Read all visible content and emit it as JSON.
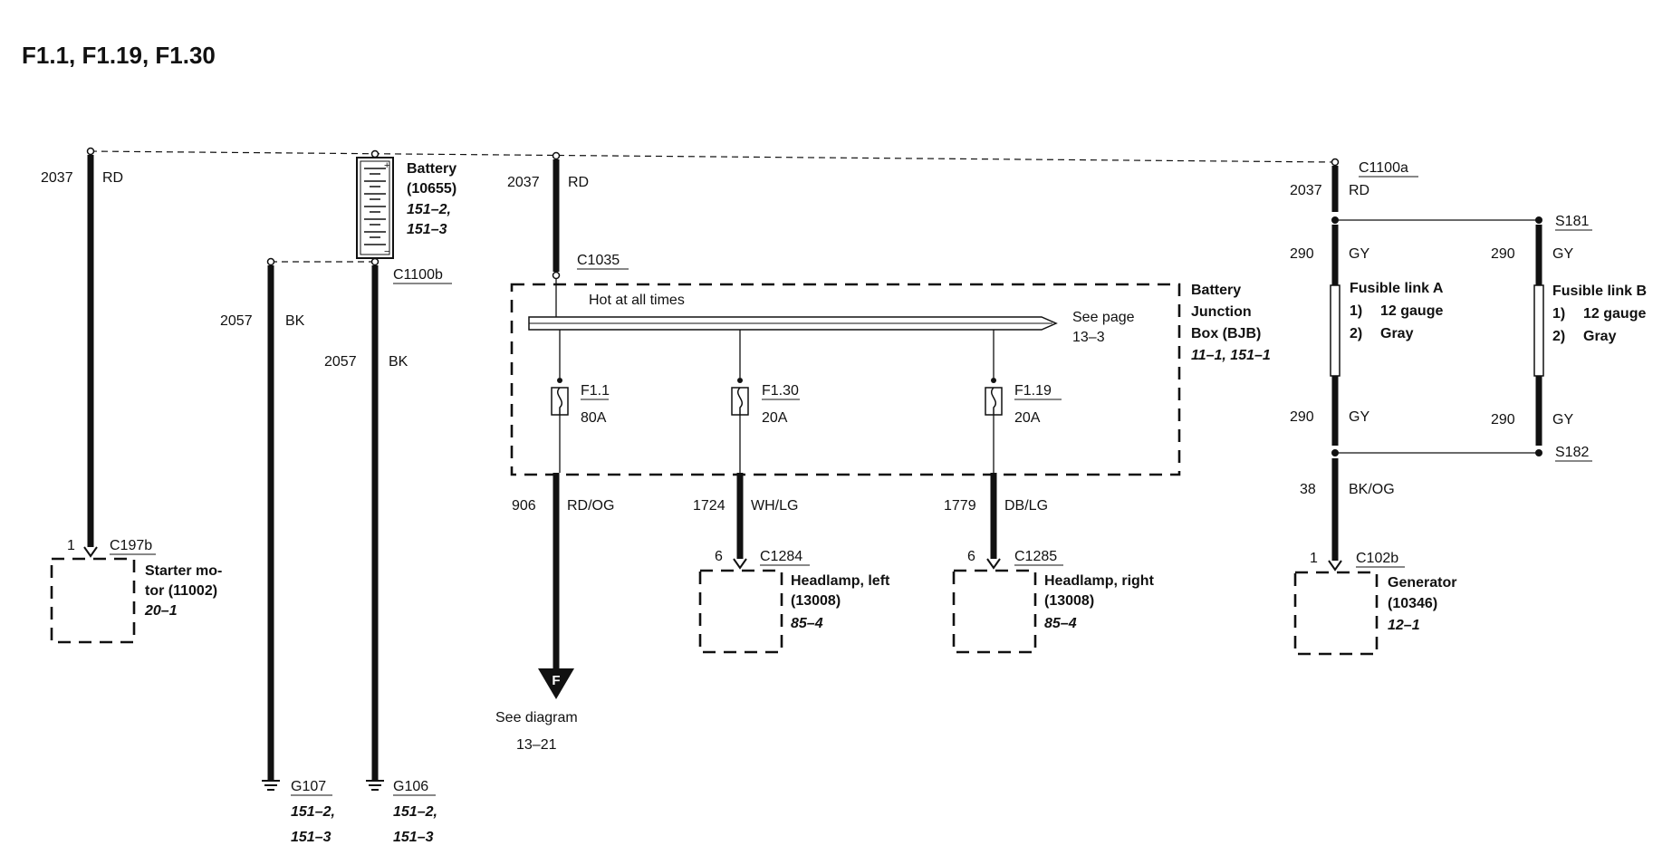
{
  "title": "F1.1, F1.19, F1.30",
  "starter": {
    "circuit": "2037",
    "color": "RD",
    "pin": "1",
    "connector": "C197b",
    "name_line1": "Starter mo-",
    "name_line2": "tor (11002)",
    "ref": "20–1"
  },
  "battery": {
    "name": "Battery",
    "part": "(10655)",
    "ref1": "151–2,",
    "ref2": "151–3",
    "connector": "C1100b"
  },
  "ground_g107": {
    "circuit": "2057",
    "color": "BK",
    "id": "G107",
    "ref1": "151–2,",
    "ref2": "151–3"
  },
  "ground_g106": {
    "circuit": "2057",
    "color": "BK",
    "id": "G106",
    "ref1": "151–2,",
    "ref2": "151–3"
  },
  "bjb": {
    "feed_circuit": "2037",
    "feed_color": "RD",
    "connector": "C1035",
    "bus_label": "Hot at all times",
    "see_page_line1": "See page",
    "see_page_line2": "13–3",
    "name_line1": "Battery",
    "name_line2": "Junction",
    "name_line3": "Box (BJB)",
    "ref": "11–1, 151–1",
    "fuses": [
      {
        "id": "F1.1",
        "rating": "80A"
      },
      {
        "id": "F1.30",
        "rating": "20A"
      },
      {
        "id": "F1.19",
        "rating": "20A"
      }
    ]
  },
  "output_f11": {
    "circuit": "906",
    "color": "RD/OG",
    "connector_symbol": "F",
    "see_line1": "See diagram",
    "see_line2": "13–21"
  },
  "headlamp_left": {
    "circuit": "1724",
    "color": "WH/LG",
    "pin": "6",
    "connector": "C1284",
    "name": "Headlamp, left",
    "part": "(13008)",
    "ref": "85–4"
  },
  "headlamp_right": {
    "circuit": "1779",
    "color": "DB/LG",
    "pin": "6",
    "connector": "C1285",
    "name": "Headlamp, right",
    "part": "(13008)",
    "ref": "85–4"
  },
  "generator_feed": {
    "connector": "C1100a",
    "circuit": "2037",
    "color": "RD",
    "splice_top": "S181",
    "splice_bottom": "S182"
  },
  "fusible_link_a": {
    "circuit_in": "290",
    "color_in": "GY",
    "circuit_out": "290",
    "color_out": "GY",
    "name": "Fusible link A",
    "item1_num": "1)",
    "item1": "12 gauge",
    "item2_num": "2)",
    "item2": "Gray"
  },
  "fusible_link_b": {
    "circuit_in": "290",
    "color_in": "GY",
    "circuit_out": "290",
    "color_out": "GY",
    "name": "Fusible link B",
    "item1_num": "1)",
    "item1": "12 gauge",
    "item2_num": "2)",
    "item2": "Gray"
  },
  "generator": {
    "circuit": "38",
    "color": "BK/OG",
    "pin": "1",
    "connector": "C102b",
    "name": "Generator",
    "part": "(10346)",
    "ref": "12–1"
  }
}
